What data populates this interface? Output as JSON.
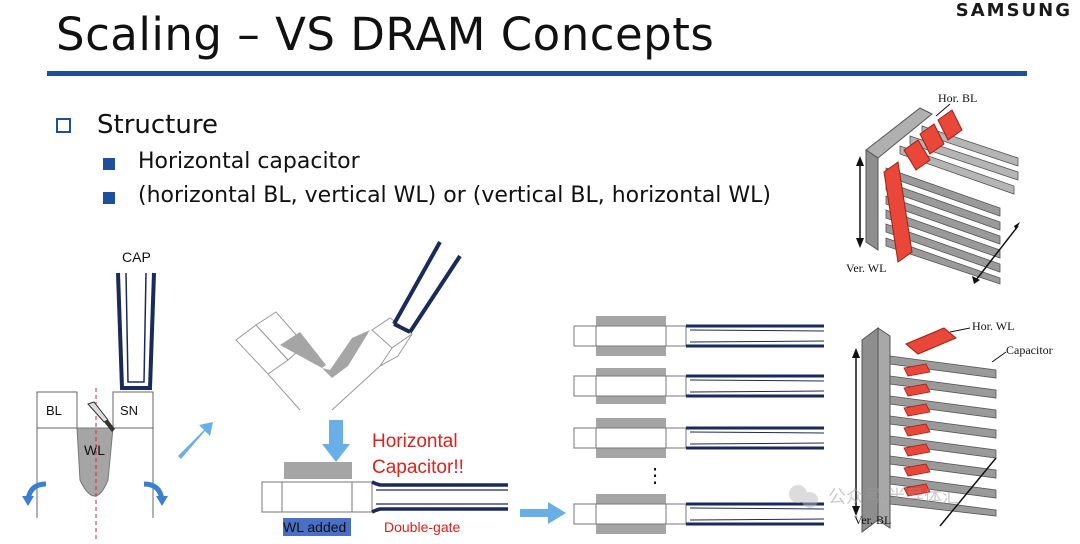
{
  "header": {
    "title": "Scaling – VS DRAM Concepts",
    "brand": "SAMSUNG"
  },
  "structure": {
    "heading": "Structure",
    "items": [
      "Horizontal capacitor",
      "(horizontal BL, vertical WL) or (vertical BL, horizontal WL)"
    ]
  },
  "diagram": {
    "cap": "CAP",
    "bl": "BL",
    "sn": "SN",
    "wl": "WL",
    "horizontal_capacitor": [
      "Horizontal",
      "Capacitor!!"
    ],
    "wl_added": "WL added",
    "double_gate": "Double-gate",
    "ellipsis": "⋮",
    "top_3d": {
      "hor_bl": "Hor. BL",
      "ver_wl": "Ver. WL"
    },
    "bottom_3d": {
      "hor_wl": "Hor. WL",
      "capacitor": "Capacitor",
      "ver_bl": "Ver. BL"
    }
  },
  "watermark": "公众号·半导体汇",
  "colors": {
    "accent_blue": "#1f4e9c",
    "arrow_blue": "#6aaee8",
    "red_text": "#e0201a",
    "cap_red": "#e8473a",
    "gray": "#a5a5a5",
    "navy": "#1a2a5a"
  }
}
